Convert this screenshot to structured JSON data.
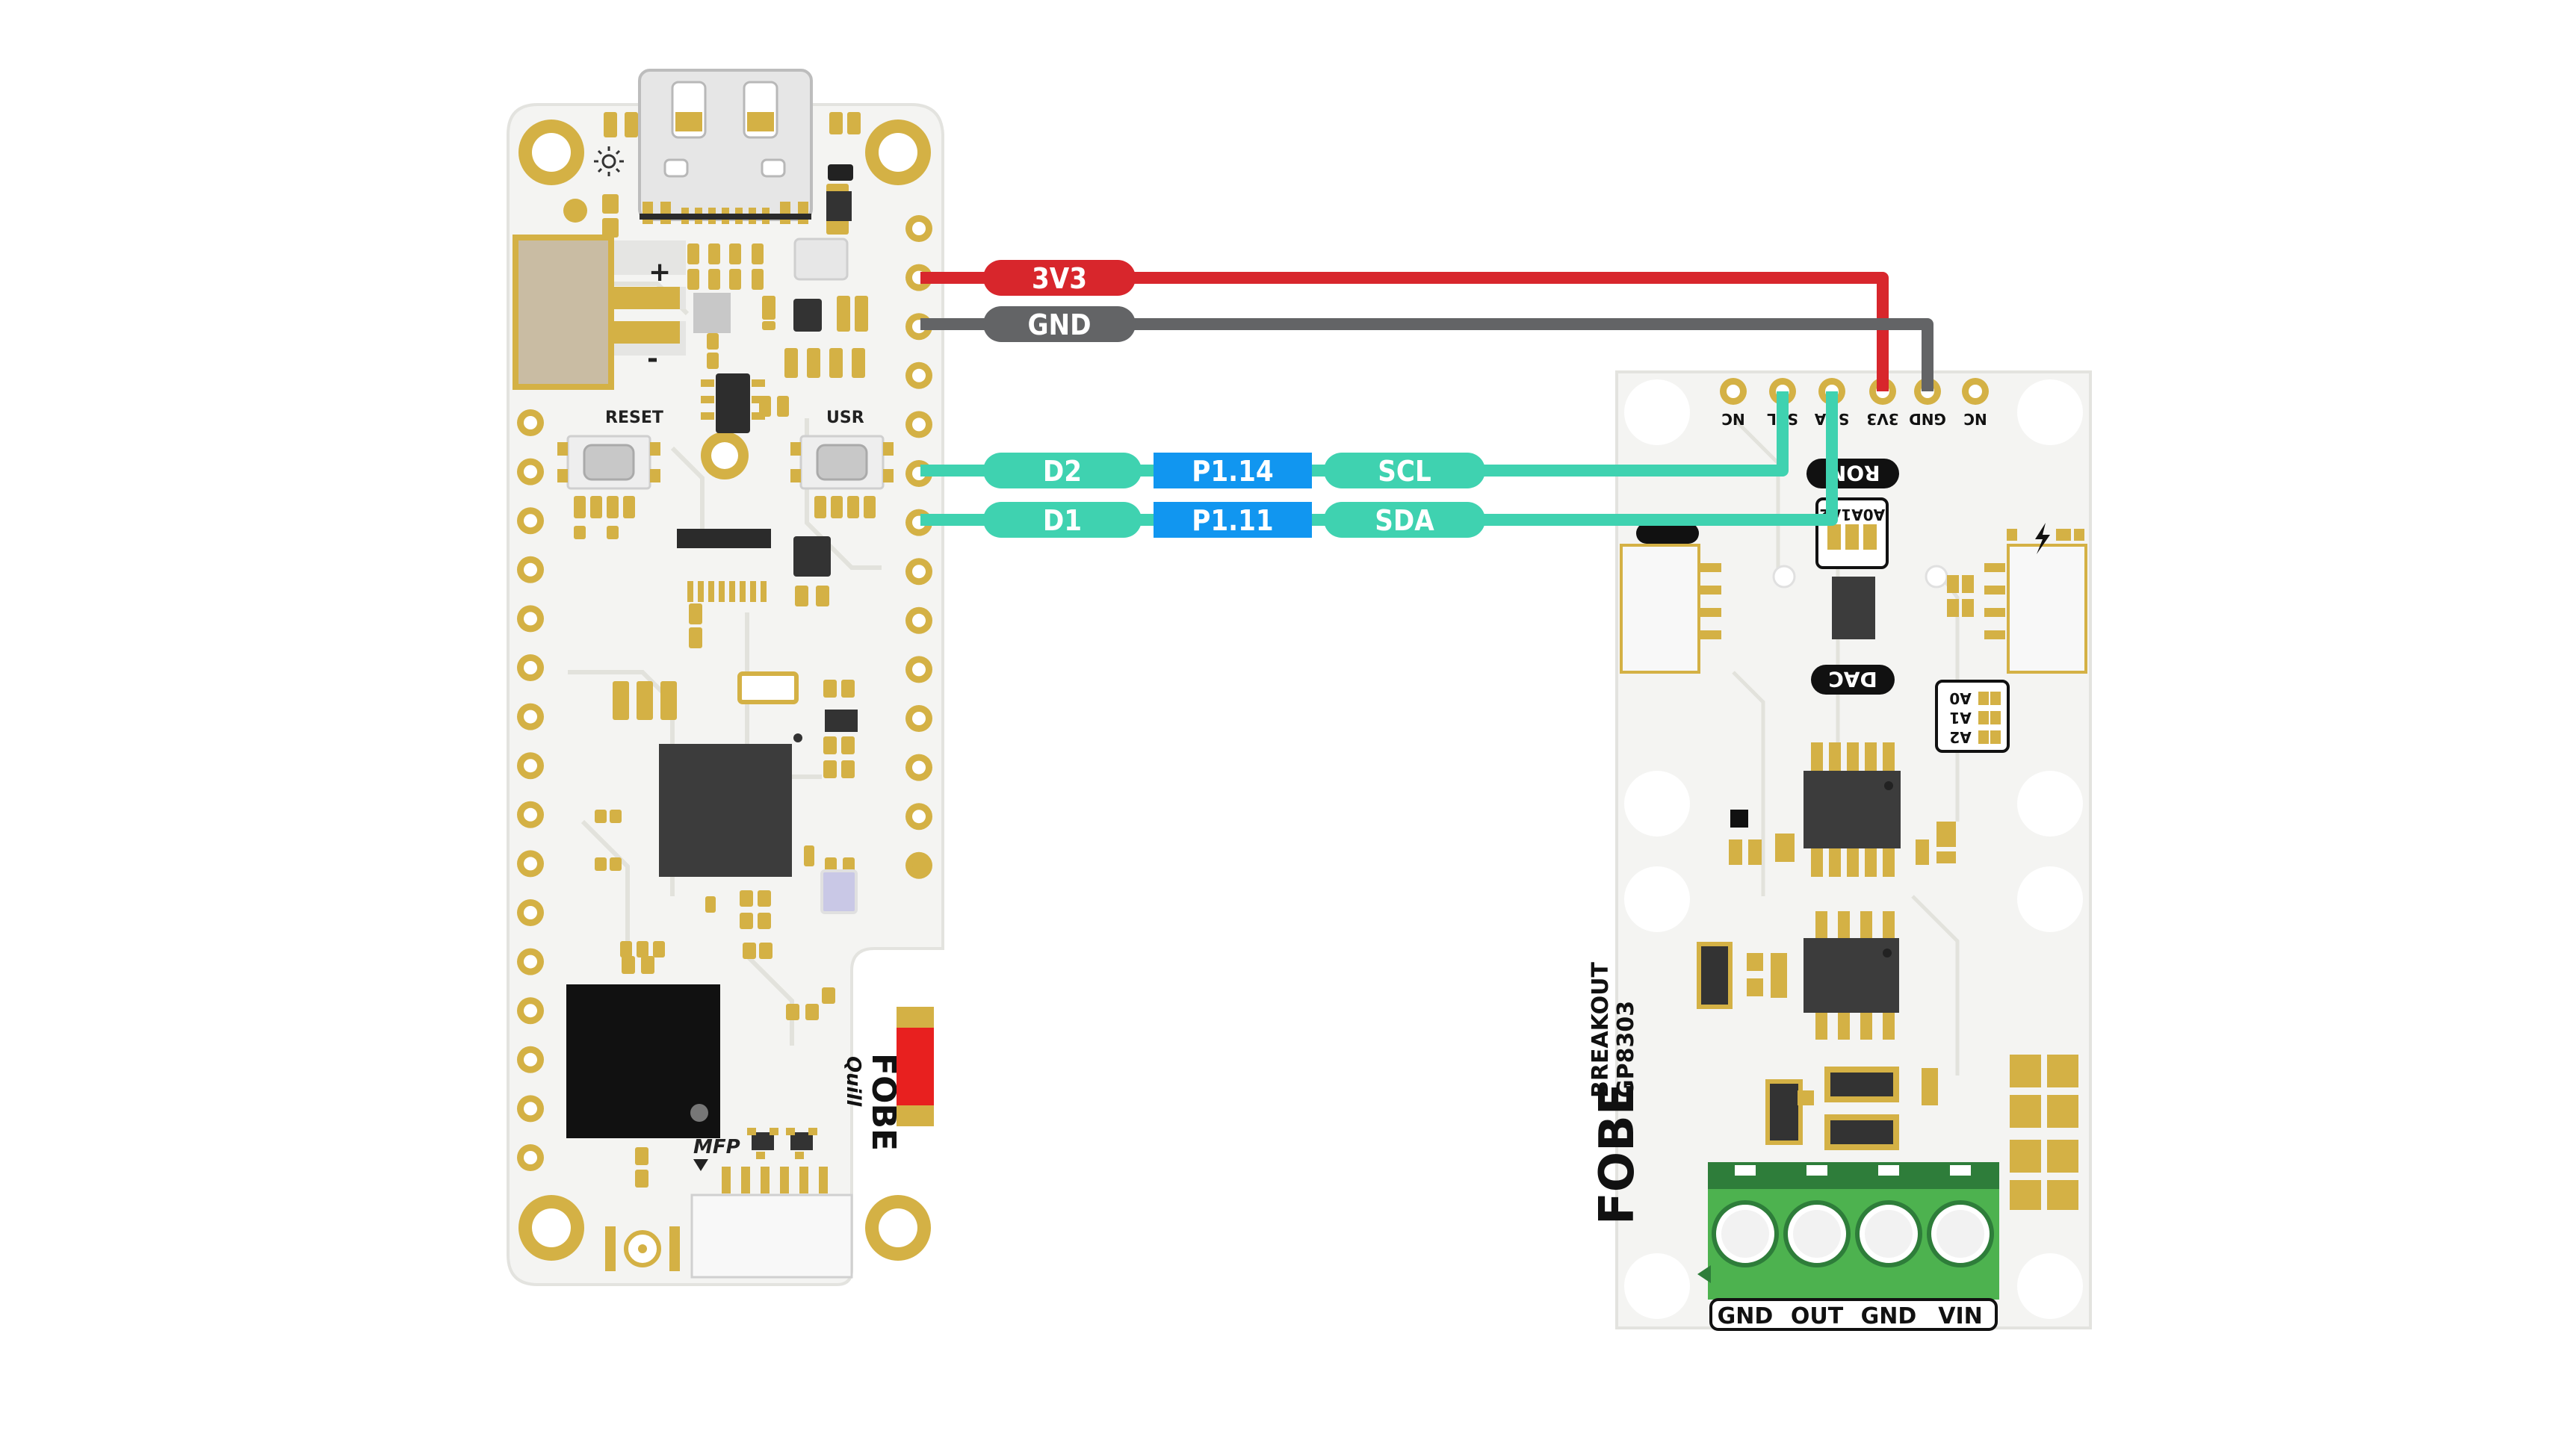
{
  "wires": {
    "power": {
      "label": "3V3",
      "color": "#d8262c"
    },
    "ground": {
      "label": "GND",
      "color": "#636466"
    },
    "scl": {
      "d_label": "D2",
      "p_label": "P1.14",
      "fn_label": "SCL",
      "color": "#3fd2b0"
    },
    "sda": {
      "d_label": "D1",
      "p_label": "P1.11",
      "fn_label": "SDA",
      "color": "#3fd2b0"
    },
    "port_color": "#1196f0"
  },
  "quill": {
    "reset_label": "RESET",
    "usr_label": "USR",
    "plus_label": "+",
    "minus_label": "-",
    "logo": "FOBE",
    "brand": "Quill",
    "mfp_label": "MFP"
  },
  "breakout": {
    "header_pins": [
      "NC",
      "SCL",
      "SDA",
      "3V3",
      "GND",
      "NC"
    ],
    "rom_label": "ROM",
    "rom_pads_label": "A0A1A2",
    "dac_label": "DAC",
    "dac_pads": [
      "A0",
      "A1",
      "A2"
    ],
    "title_breakout": "BREAKOUT",
    "title_part": "GP8303",
    "logo": "FOBE",
    "terminal_labels": [
      "GND",
      "OUT",
      "GND",
      "VIN"
    ]
  }
}
